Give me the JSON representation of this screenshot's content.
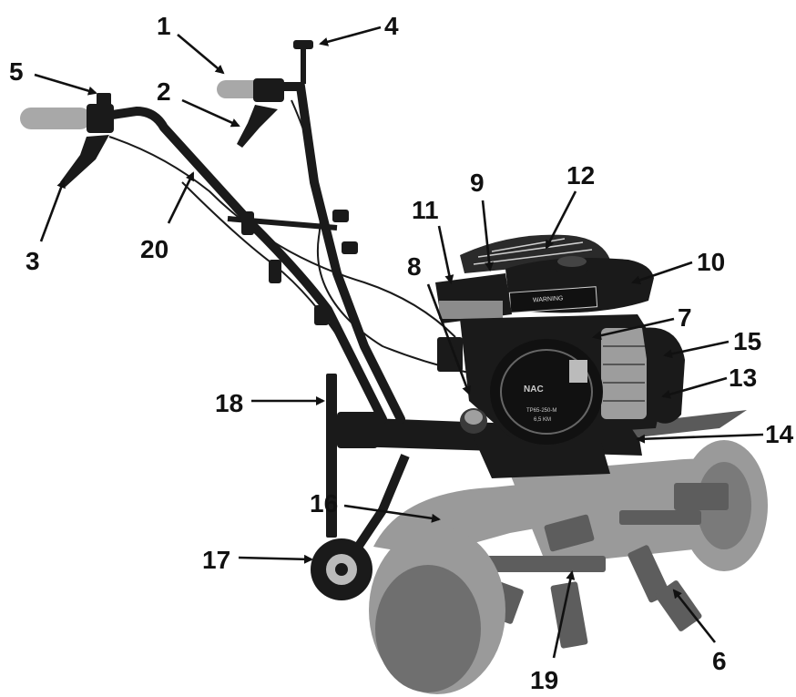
{
  "callouts": [
    {
      "id": "1",
      "label": "1"
    },
    {
      "id": "2",
      "label": "2"
    },
    {
      "id": "3",
      "label": "3"
    },
    {
      "id": "4",
      "label": "4"
    },
    {
      "id": "5",
      "label": "5"
    },
    {
      "id": "6",
      "label": "6"
    },
    {
      "id": "7",
      "label": "7"
    },
    {
      "id": "8",
      "label": "8"
    },
    {
      "id": "9",
      "label": "9"
    },
    {
      "id": "10",
      "label": "10"
    },
    {
      "id": "11",
      "label": "11"
    },
    {
      "id": "12",
      "label": "12"
    },
    {
      "id": "13",
      "label": "13"
    },
    {
      "id": "14",
      "label": "14"
    },
    {
      "id": "15",
      "label": "15"
    },
    {
      "id": "16",
      "label": "16"
    },
    {
      "id": "17",
      "label": "17"
    },
    {
      "id": "18",
      "label": "18"
    },
    {
      "id": "19",
      "label": "19"
    },
    {
      "id": "20",
      "label": "20"
    }
  ],
  "engine": {
    "warning_label": "WARNING",
    "brand": "NAC",
    "model": "TP65-250-M",
    "power": "6,5 KM"
  },
  "colors": {
    "ink": "#111111",
    "machine_dark": "#1a1a1a",
    "faded_grey": "#9a9a9a"
  }
}
